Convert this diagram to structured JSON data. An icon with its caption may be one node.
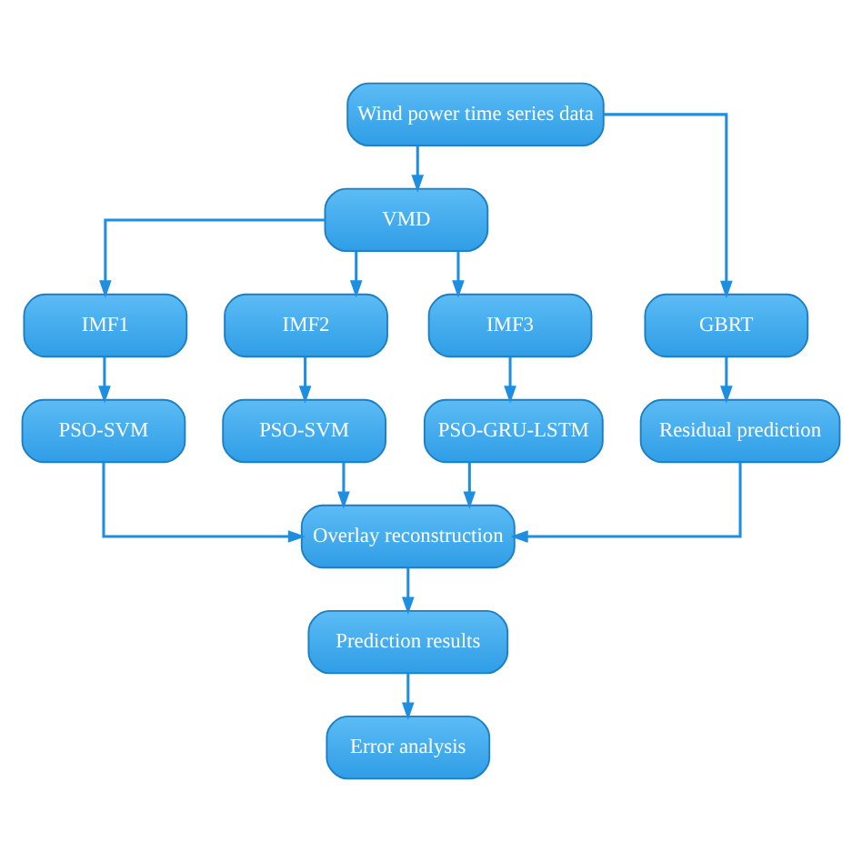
{
  "diagram": {
    "nodes": [
      {
        "text": [
          "Wind power time series data"
        ]
      },
      {
        "text": [
          "VMD"
        ]
      },
      {
        "text": [
          "IMF1"
        ]
      },
      {
        "text": [
          "IMF2"
        ]
      },
      {
        "text": [
          "IMF3"
        ]
      },
      {
        "text": [
          "GBRT"
        ]
      },
      {
        "text": [
          "PSO-SVM"
        ]
      },
      {
        "text": [
          "PSO-SVM"
        ]
      },
      {
        "text": [
          "PSO-GRU-LSTM"
        ]
      },
      {
        "text": [
          "Residual prediction"
        ]
      },
      {
        "text": [
          "Overlay reconstruction"
        ]
      },
      {
        "text": [
          "Prediction results"
        ]
      },
      {
        "text": [
          "Error analysis"
        ]
      }
    ],
    "edges": [
      {
        "from": 0,
        "to": 1,
        "arrow": "to"
      },
      {
        "from": 0,
        "to": 5,
        "arrow": "to"
      },
      {
        "from": 1,
        "to": 2,
        "arrow": "to"
      },
      {
        "from": 1,
        "to": 3,
        "arrow": "to"
      },
      {
        "from": 1,
        "to": 4,
        "arrow": "to"
      },
      {
        "from": 2,
        "to": 6,
        "arrow": "to"
      },
      {
        "from": 3,
        "to": 7,
        "arrow": "to"
      },
      {
        "from": 4,
        "to": 8,
        "arrow": "to"
      },
      {
        "from": 5,
        "to": 9,
        "arrow": "to"
      },
      {
        "from": 6,
        "to": 10,
        "arrow": "to"
      },
      {
        "from": 7,
        "to": 10,
        "arrow": "to"
      },
      {
        "from": 8,
        "to": 10,
        "arrow": "to"
      },
      {
        "from": 9,
        "to": 10,
        "arrow": "to"
      },
      {
        "from": 10,
        "to": 11,
        "arrow": "to"
      },
      {
        "from": 11,
        "to": 12,
        "arrow": "to"
      }
    ]
  }
}
